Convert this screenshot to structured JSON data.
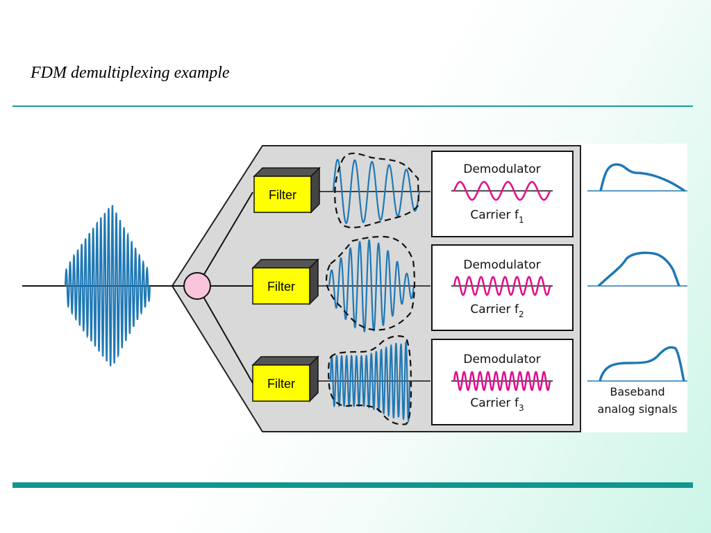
{
  "slide": {
    "title": "FDM demultiplexing example"
  },
  "diagram": {
    "channels": [
      {
        "filter_label": "Filter",
        "demod_label": "Demodulator",
        "carrier_label": "Carrier f",
        "carrier_index": "1"
      },
      {
        "filter_label": "Filter",
        "demod_label": "Demodulator",
        "carrier_label": "Carrier f",
        "carrier_index": "2"
      },
      {
        "filter_label": "Filter",
        "demod_label": "Demodulator",
        "carrier_label": "Carrier f",
        "carrier_index": "3"
      }
    ],
    "baseband_caption_line1": "Baseband",
    "baseband_caption_line2": "analog signals"
  },
  "colors": {
    "signal": "#1f78b4",
    "carrier": "#e0128c",
    "filter_face": "#ffff00",
    "hub": "#f9c4dc",
    "panel": "#d8d8d8",
    "rule": "#13958f"
  }
}
